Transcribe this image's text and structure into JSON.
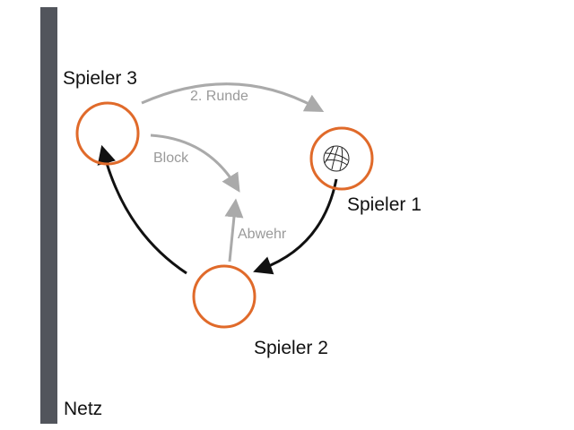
{
  "net": {
    "label": "Netz",
    "color": "#52555c"
  },
  "players": [
    {
      "id": "player-3",
      "label": "Spieler 3",
      "has_ball": false
    },
    {
      "id": "player-1",
      "label": "Spieler 1",
      "has_ball": true
    },
    {
      "id": "player-2",
      "label": "Spieler 2",
      "has_ball": false
    }
  ],
  "arrows": [
    {
      "id": "second-round",
      "label": "2. Runde",
      "from": "Spieler 3",
      "to": "Spieler 1",
      "color": "#aaaaaa"
    },
    {
      "id": "block",
      "label": "Block",
      "from": "Spieler 3",
      "to": "center",
      "color": "#aaaaaa"
    },
    {
      "id": "defense",
      "label": "Abwehr",
      "from": "Spieler 2",
      "to": "center",
      "color": "#aaaaaa"
    },
    {
      "id": "pass-1-to-2",
      "label": "",
      "from": "Spieler 1",
      "to": "Spieler 2",
      "color": "#111111"
    },
    {
      "id": "pass-2-to-3",
      "label": "",
      "from": "Spieler 2",
      "to": "Spieler 3",
      "color": "#111111"
    }
  ],
  "colors": {
    "player_ring": "#e06a2a",
    "primary_arrow": "#111111",
    "secondary_arrow": "#aaaaaa",
    "secondary_text": "#9a9a9a"
  },
  "ball_icon": "volleyball-icon"
}
